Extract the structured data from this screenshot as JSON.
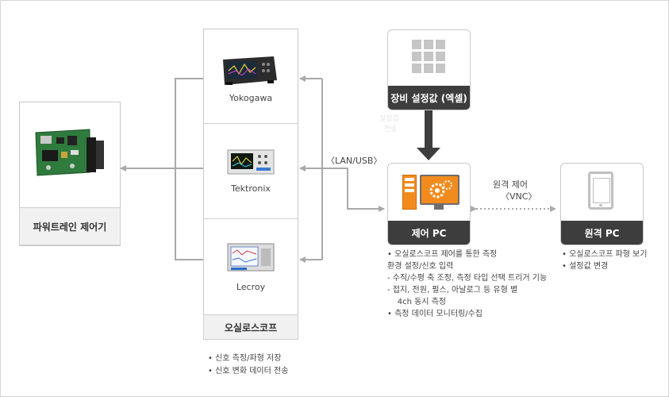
{
  "powertrain": {
    "label": "파워트레인 제어기"
  },
  "oscilloscopes": {
    "items": [
      {
        "name": "Yokogawa"
      },
      {
        "name": "Tektronix"
      },
      {
        "name": "Lecroy"
      }
    ],
    "footer_label": "오실로스코프",
    "notes": [
      "•  신호 측정/파형 저장",
      "•  신호 변화 데이터 전송"
    ]
  },
  "connection": {
    "lan_usb": "〈LAN/USB〉"
  },
  "equipment": {
    "label": "장비 설정값 (엑셀)",
    "faint_text": [
      "설정값",
      "전송"
    ]
  },
  "control_pc": {
    "label": "제어 PC",
    "notes": [
      "•  오실로스코프 제어를 통한 측정",
      "환경  설정/신호 입력",
      "-  수직/수평 축 조정, 측정 타입 선택 트리거 기능",
      "-  접지, 전원, 펄스, 아날로그 등 유형 별",
      "    4ch 동시 측정",
      "•  측정 데이터 모니터링/수집"
    ]
  },
  "remote_link": {
    "line1": "원격 제어",
    "line2": "〈VNC〉"
  },
  "remote_pc": {
    "label": "원격 PC",
    "notes": [
      "•  오실로스코프 파형 보기",
      "•  설정값 변경"
    ]
  },
  "colors": {
    "accent_orange": "#f28b1e",
    "dark": "#3d3d3d",
    "line": "#a9a9a9"
  }
}
